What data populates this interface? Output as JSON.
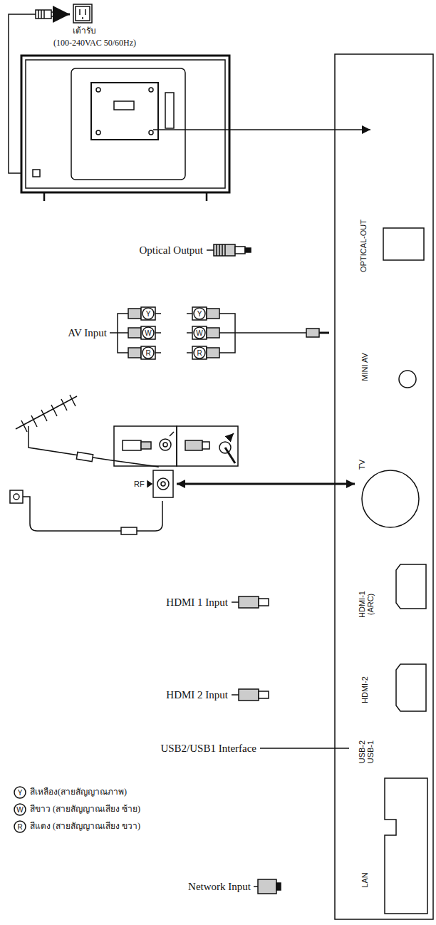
{
  "diagram": {
    "nodes": [
      {
        "text": [
          "RF"
        ]
      },
      {
        "text": [
          "TV"
        ]
      }
    ],
    "edges": [
      {
        "from": 0,
        "to": 1,
        "arrow": "both"
      }
    ],
    "labels": [
      "เต้ารับ",
      "(100-240VAC 50/60Hz)",
      "Optical Output",
      "OPTICAL-OUT",
      "AV Input",
      "Y",
      "Y",
      "W",
      "W",
      "R",
      "R",
      "MINI AV",
      "HDMI 1 Input",
      "HDMI-1 (ARC)",
      "HDMI 2 Input",
      "HDMI-2",
      "USB2/USB1 Interface",
      "USB-2 USB-1",
      "Network Input",
      "LAN",
      "Y",
      "W",
      "R"
    ],
    "legend": [
      {
        "text": "สีเหลือง(สายสัญญาณภาพ)"
      },
      {
        "text": "สีขาว (สายสัญญาณเสียง ซ้าย)"
      },
      {
        "text": "สีแดง (สายสัญญาณเสียง ขวา)"
      }
    ]
  }
}
